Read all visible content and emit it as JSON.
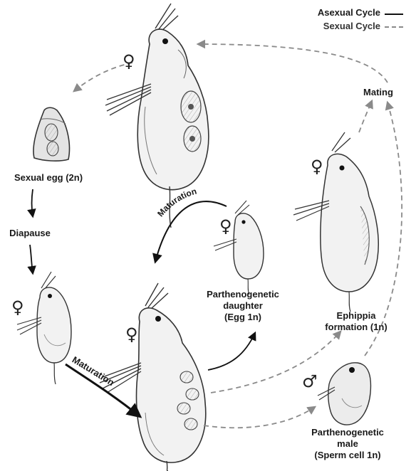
{
  "legend": {
    "asexual": "Asexual Cycle",
    "sexual": "Sexual Cycle"
  },
  "labels": {
    "sexual_egg": "Sexual egg (2n)",
    "diapause": "Diapause",
    "maturation_top": "Maturation",
    "maturation_bottom": "Maturation",
    "parthenogenetic_daughter": [
      "Parthenogenetic",
      "daughter",
      "(Egg 1n)"
    ],
    "ephippia": [
      "Ephippia",
      "formation (1n)"
    ],
    "mating": "Mating",
    "parthenogenetic_male": [
      "Parthenogenetic",
      "male",
      "(Sperm cell 1n)"
    ]
  },
  "symbols": {
    "female": "♀",
    "male": "♂"
  },
  "colors": {
    "asexual_line": "#111111",
    "sexual_line": "#8a8a8a",
    "organism_stroke": "#333333",
    "organism_fill": "#f2f2f2"
  }
}
